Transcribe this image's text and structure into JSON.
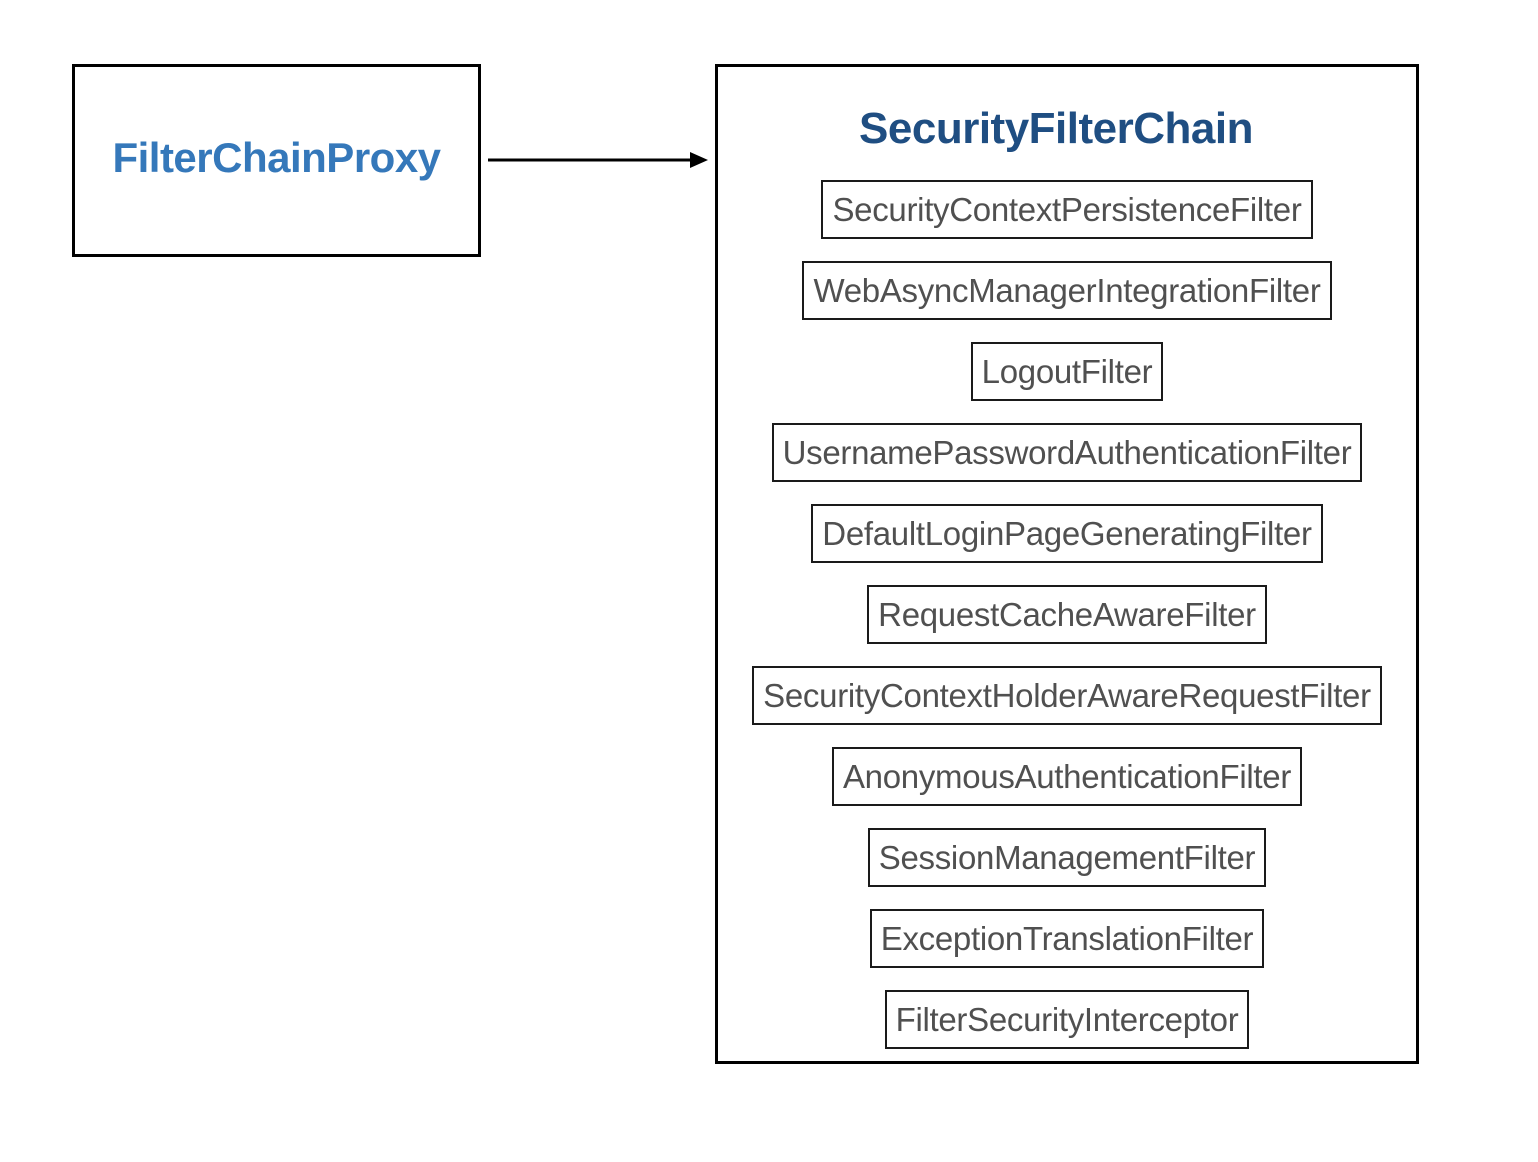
{
  "proxy": {
    "title": "FilterChainProxy"
  },
  "chain": {
    "title": "SecurityFilterChain",
    "filters": [
      "SecurityContextPersistenceFilter",
      "WebAsyncManagerIntegrationFilter",
      "LogoutFilter",
      "UsernamePasswordAuthenticationFilter",
      "DefaultLoginPageGeneratingFilter",
      "RequestCacheAwareFilter",
      "SecurityContextHolderAwareRequestFilter",
      "AnonymousAuthenticationFilter",
      "SessionManagementFilter",
      "ExceptionTranslationFilter",
      "FilterSecurityInterceptor"
    ]
  },
  "colors": {
    "proxy_title": "#3578ba",
    "chain_title": "#1f4e82",
    "filter_text": "#505050",
    "border": "#000000"
  },
  "edges": [
    {
      "from": "FilterChainProxy",
      "to": "SecurityFilterChain",
      "style": "arrow"
    }
  ]
}
